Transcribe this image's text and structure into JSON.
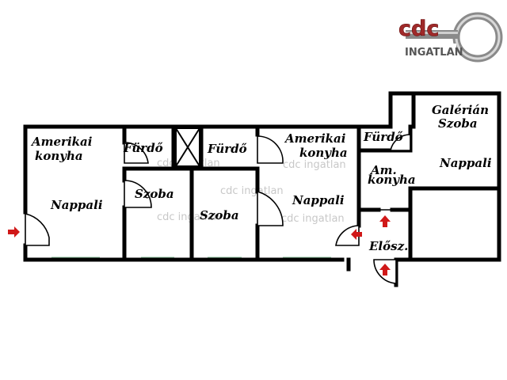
{
  "logo": {
    "brand": "cdc",
    "subtitle": "INGATLAN",
    "brand_color": "#a02a2a",
    "key_color": "#8a8a8a"
  },
  "watermark": "cdc ingatlan",
  "rooms": [
    {
      "id": "amerikai-konyha-1",
      "lines": [
        "Amerikai",
        "konyha"
      ]
    },
    {
      "id": "nappali-1",
      "lines": [
        "Nappali"
      ]
    },
    {
      "id": "furdo-1",
      "lines": [
        "Fürdő"
      ]
    },
    {
      "id": "szoba-1",
      "lines": [
        "Szoba"
      ]
    },
    {
      "id": "furdo-2",
      "lines": [
        "Fürdő"
      ]
    },
    {
      "id": "szoba-2",
      "lines": [
        "Szoba"
      ]
    },
    {
      "id": "amerikai-konyha-2",
      "lines": [
        "Amerikai",
        "konyha"
      ]
    },
    {
      "id": "nappali-2",
      "lines": [
        "Nappali"
      ]
    },
    {
      "id": "furdo-3",
      "lines": [
        "Fürdő"
      ]
    },
    {
      "id": "am-konyha",
      "lines": [
        "Am.",
        "konyha"
      ]
    },
    {
      "id": "galerian-szoba",
      "lines": [
        "Galérián",
        "Szoba"
      ]
    },
    {
      "id": "nappali-3",
      "lines": [
        "Nappali"
      ]
    },
    {
      "id": "eloszoba",
      "lines": [
        "Elősz."
      ]
    }
  ],
  "colors": {
    "wall": "#000000",
    "window": "#8fc4a0",
    "arrow": "#d01818"
  }
}
